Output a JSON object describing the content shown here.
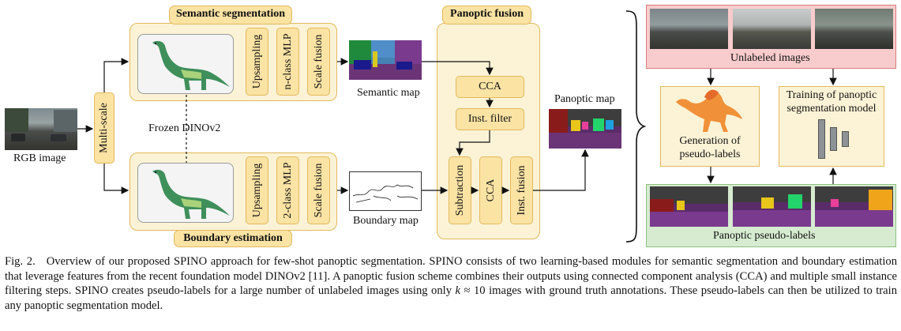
{
  "figure": {
    "rgb_image_label": "RGB image",
    "multiscale_label": "Multi-scale",
    "frozen_label": "Frozen DINOv2",
    "semantic": {
      "title": "Semantic segmentation",
      "blocks": [
        "Upsampling",
        "n-class MLP",
        "Scale fusion"
      ],
      "map_label": "Semantic map"
    },
    "boundary": {
      "title": "Boundary estimation",
      "blocks": [
        "Upsampling",
        "2-class MLP",
        "Scale fusion"
      ],
      "map_label": "Boundary map"
    },
    "fusion": {
      "title": "Panoptic fusion",
      "cca_label": "CCA",
      "filter_label": "Inst. filter",
      "bottom_blocks": [
        "Subtraction",
        "CCA",
        "Inst. fusion"
      ]
    },
    "panoptic_map_label": "Panoptic map",
    "unlabeled_label": "Unlabeled images",
    "generation_label": "Generation of pseudo-labels",
    "training_label": "Training of panoptic segmentation model",
    "pseudo_labels_label": "Panoptic pseudo-labels",
    "colors": {
      "panel_fill": "#fcf3d6",
      "panel_border": "#e2b95c",
      "block_fill": "#fbe3a4",
      "unlabeled_fill": "#f8cccc",
      "unlabeled_border": "#d97b7b",
      "pseudo_fill": "#d6ebd0",
      "pseudo_border": "#8cbf7e",
      "dino_green": "#3f8f5a",
      "orange_dino": "#f0913a"
    }
  },
  "caption": {
    "fig_label": "Fig. 2.",
    "text": "Overview of our proposed SPINO approach for few-shot panoptic segmentation. SPINO consists of two learning-based modules for semantic segmentation and boundary estimation that leverage features from the recent foundation model DINOv2 [11]. A panoptic fusion scheme combines their outputs using connected component analysis (CCA) and multiple small instance filtering steps. SPINO creates pseudo-labels for a large number of unlabeled images using only ",
    "math_k": "k",
    "math_rest": " ≈ 10",
    "text_end": " images with ground truth annotations. These pseudo-labels can then be utilized to train any panoptic segmentation model."
  }
}
